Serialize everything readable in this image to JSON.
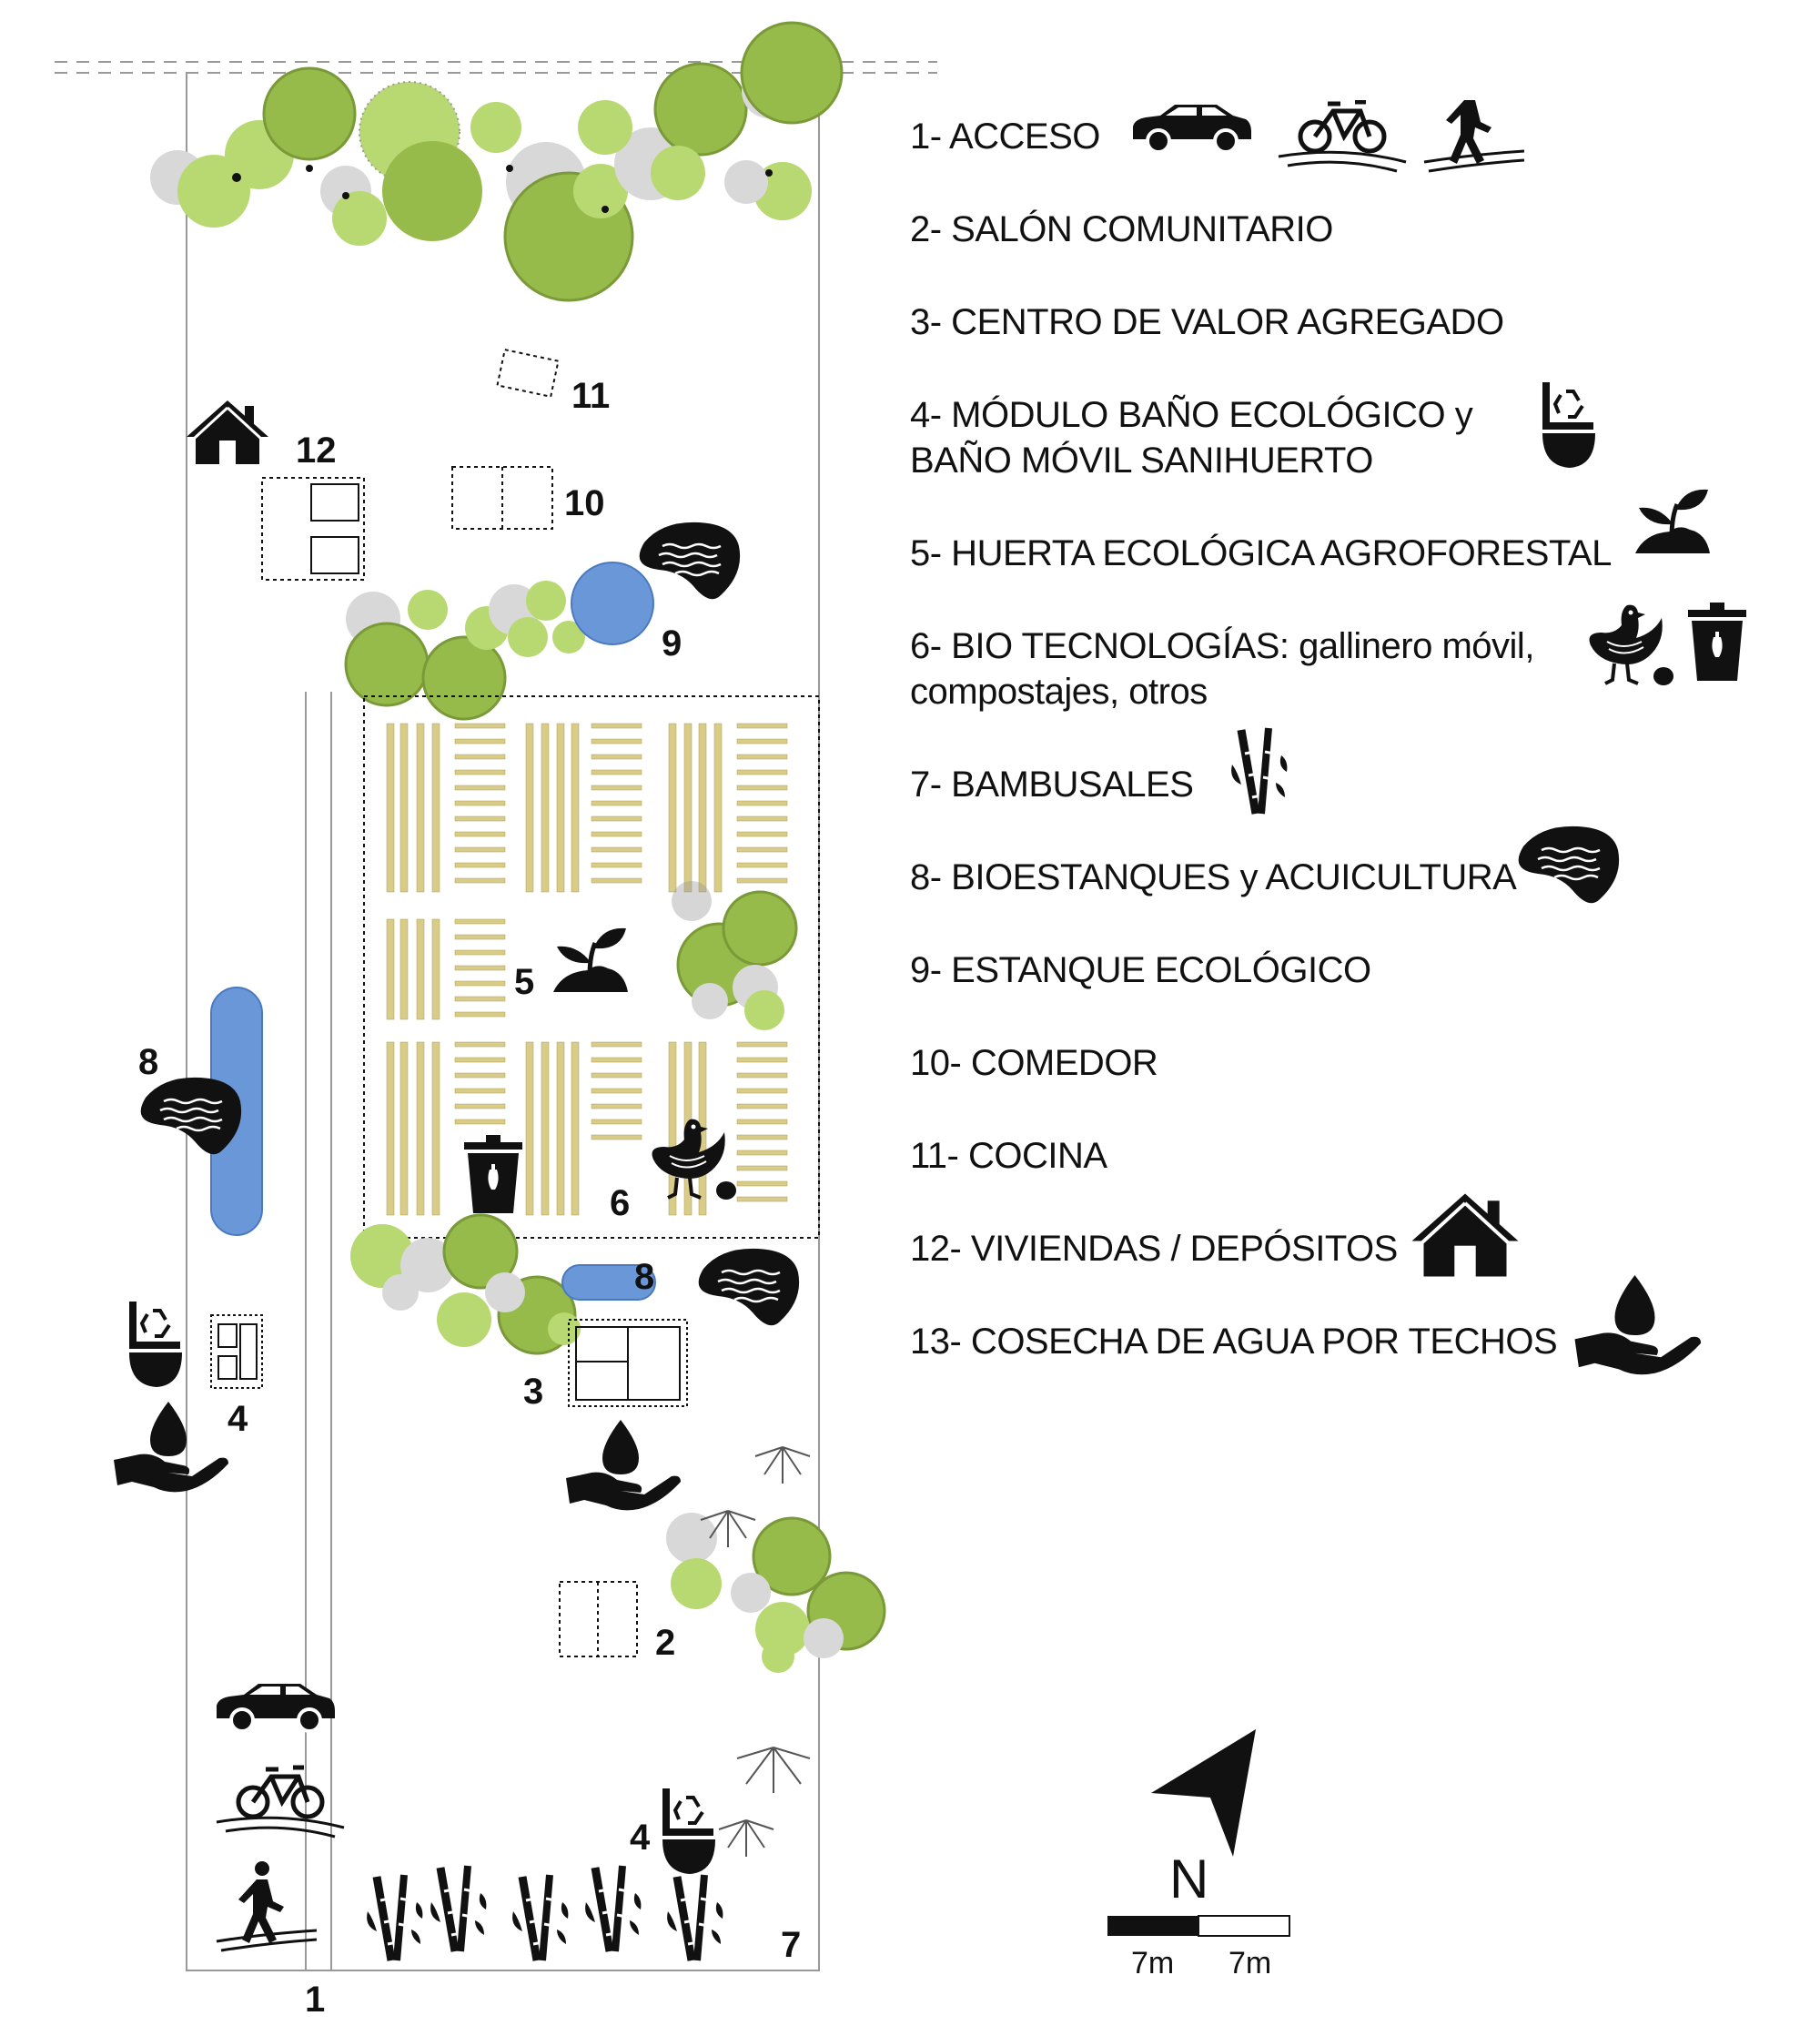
{
  "legend": {
    "items": [
      {
        "label": "1- ACCESO",
        "icons": [
          "car-icon",
          "bicycle-icon",
          "pedestrian-icon"
        ]
      },
      {
        "label": "2- SALÓN COMUNITARIO"
      },
      {
        "label": "3- CENTRO DE VALOR AGREGADO"
      },
      {
        "label_line1": "4- MÓDULO BAÑO ECOLÓGICO y",
        "label_line2": "BAÑO MÓVIL SANIHUERTO",
        "icons": [
          "eco-toilet-icon"
        ]
      },
      {
        "label": "5- HUERTA ECOLÓGICA AGROFORESTAL",
        "icons": [
          "sprout-icon"
        ]
      },
      {
        "label_line1": "6- BIO TECNOLOGÍAS: gallinero móvil,",
        "label_line2": "compostajes, otros",
        "icons": [
          "hen-icon",
          "compost-bin-icon"
        ]
      },
      {
        "label": "7- BAMBUSALES",
        "icons": [
          "bamboo-icon"
        ]
      },
      {
        "label": "8- BIOESTANQUES y ACUICULTURA",
        "icons": [
          "pond-icon"
        ]
      },
      {
        "label": "9- ESTANQUE ECOLÓGICO"
      },
      {
        "label": "10- COMEDOR"
      },
      {
        "label": "11- COCINA"
      },
      {
        "label": "12- VIVIENDAS / DEPÓSITOS",
        "icons": [
          "house-icon"
        ]
      },
      {
        "label": "13- COSECHA DE AGUA POR TECHOS",
        "icons": [
          "water-harvest-icon"
        ]
      }
    ]
  },
  "plan": {
    "zone_numbers": {
      "access": "1",
      "salon": "2",
      "centro": "3",
      "bano_west": "4",
      "bano_south": "4",
      "huerta": "5",
      "biotec": "6",
      "bambu": "7",
      "bioestanque_west": "8",
      "bioestanque_center": "8",
      "estanque": "9",
      "comedor": "10",
      "cocina": "11",
      "viviendas": "12"
    },
    "colors": {
      "water": "#6a97d8",
      "water_stroke": "#4a79c0",
      "tree_light": "#b8d872",
      "tree_dark": "#96bb4a",
      "crop_row": "#d8cc88",
      "ink": "#111111"
    }
  },
  "north": {
    "label": "N"
  },
  "scale": {
    "label_left": "7m",
    "label_right": "7m"
  }
}
